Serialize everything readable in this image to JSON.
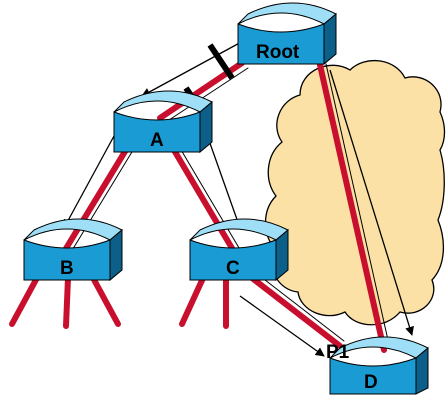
{
  "diagram": {
    "nodes": {
      "root": {
        "label": "Root"
      },
      "a": {
        "label": "A"
      },
      "b": {
        "label": "B"
      },
      "c": {
        "label": "C"
      },
      "d": {
        "label": "D"
      }
    },
    "port_label": "P1"
  },
  "colors": {
    "link": "#c8102e",
    "device_face": "#1b9bd3",
    "device_side": "#0b5f89",
    "device_top": "#9edff7",
    "cloud": "#fbe1a6"
  }
}
